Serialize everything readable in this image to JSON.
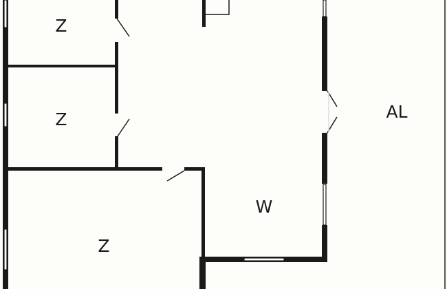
{
  "rooms": [
    {
      "label": "Z"
    },
    {
      "label": "Z"
    },
    {
      "label": "Z"
    },
    {
      "label": "W"
    },
    {
      "label": "AL"
    }
  ],
  "colors": {
    "wall": "#1a1a1a",
    "background": "#fdfdfa",
    "window": "#ffffff"
  }
}
